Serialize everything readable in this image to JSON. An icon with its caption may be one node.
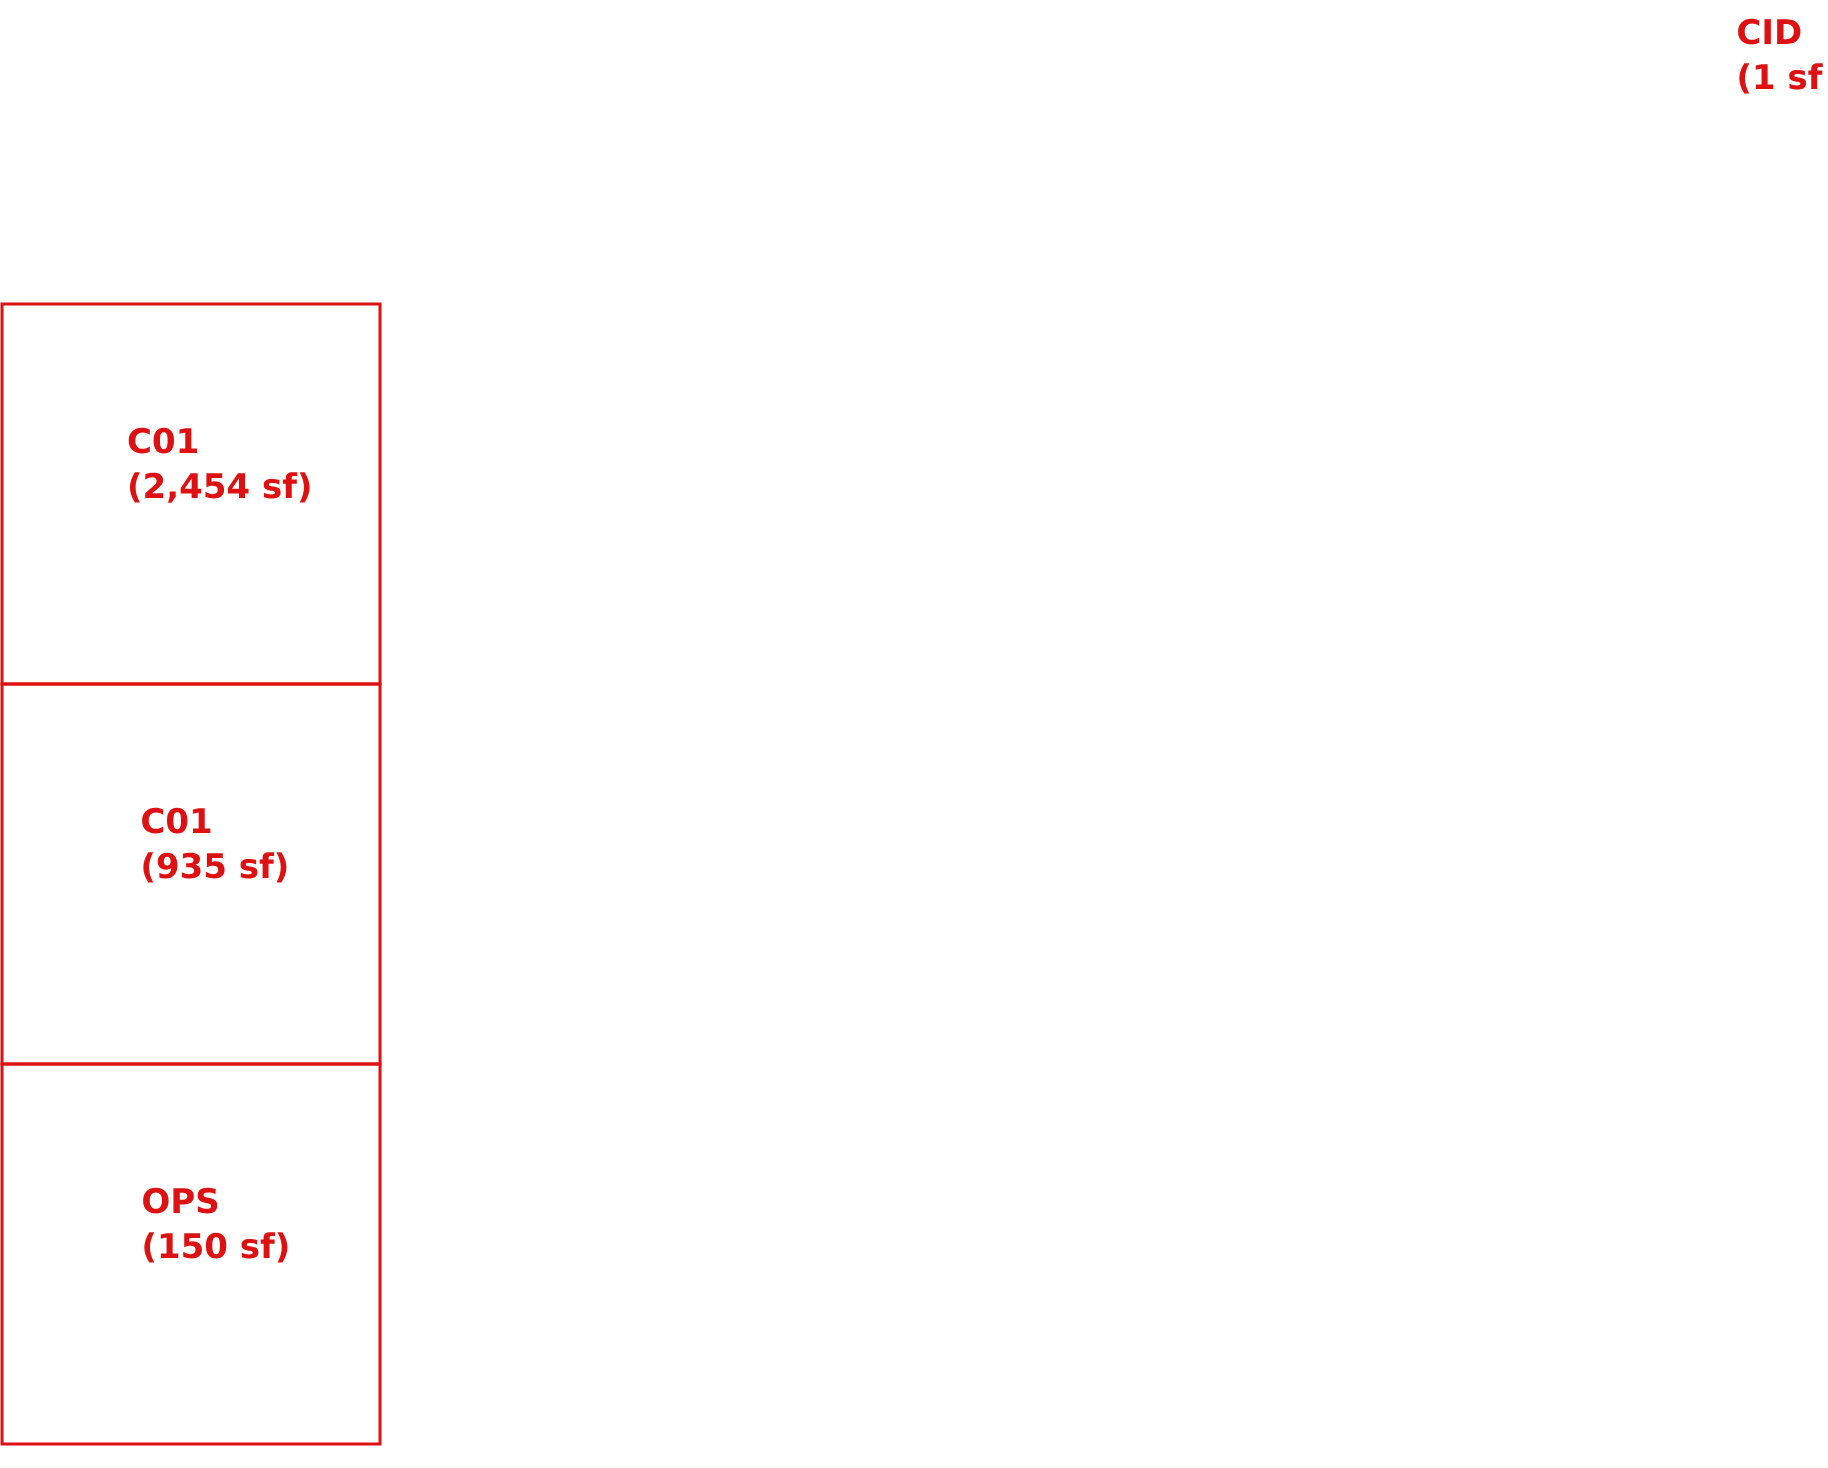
{
  "diagram": {
    "nodes": [
      {
        "text": [
          "C01",
          "(2,454 sf)"
        ]
      },
      {
        "text": [
          "C01",
          "(935 sf)"
        ]
      },
      {
        "text": [
          "OPS",
          "(150 sf)"
        ]
      }
    ],
    "labels": [
      "CID",
      "(1 sf"
    ]
  }
}
